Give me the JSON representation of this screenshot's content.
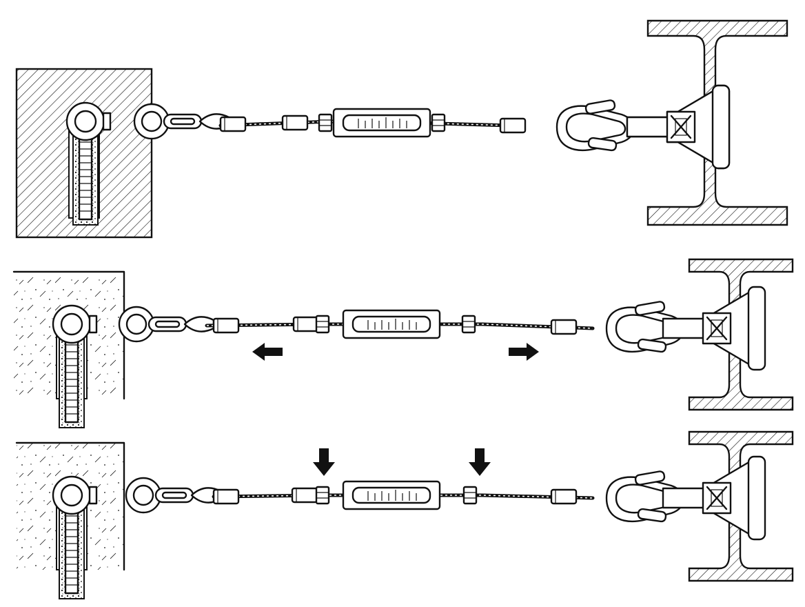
{
  "diagram": {
    "panels": [
      {
        "id": "panel-1",
        "state": "assembled",
        "arrows": []
      },
      {
        "id": "panel-2",
        "state": "tensioning",
        "arrows": [
          "left",
          "right"
        ]
      },
      {
        "id": "panel-3",
        "state": "locking",
        "arrows": [
          "down",
          "down"
        ]
      }
    ],
    "colors": {
      "line": "#111111",
      "fill": "#ffffff",
      "hatch": "#111111"
    },
    "icons": [
      "arrow-left-icon",
      "arrow-right-icon",
      "arrow-down-icon"
    ]
  }
}
